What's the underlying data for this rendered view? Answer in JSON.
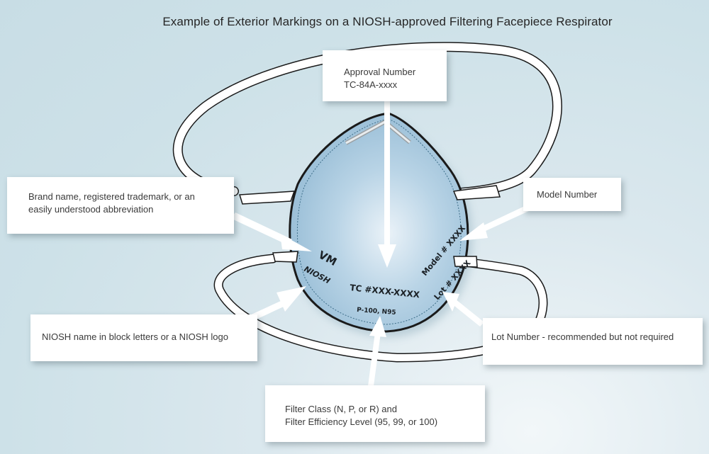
{
  "title": "Example of Exterior Markings on a NIOSH-approved Filtering Facepiece Respirator",
  "colors": {
    "background": "#cde1e8",
    "mask_fill": "#9fc4dc",
    "mask_outline": "#1a1a1a",
    "strap": "#ffffff",
    "callout_box": "#ffffff",
    "callout_text": "#3a3a3a"
  },
  "mask_markings": {
    "brand": "VM",
    "niosh_logo": "NIOSH",
    "approval": "TC #XXX-XXXX",
    "filter": "P-100, N95",
    "model": "Model # XXXX",
    "lot": "Lot # XXXX"
  },
  "callouts": {
    "approval": {
      "line1": "Approval Number",
      "line2": "TC-84A-xxxx"
    },
    "brand": {
      "line1": "Brand name, registered trademark, or an",
      "line2": "easily understood abbreviation"
    },
    "model": {
      "line1": "Model Number"
    },
    "niosh": {
      "line1": "NIOSH name in block letters or a NIOSH logo"
    },
    "lot": {
      "line1": "Lot Number - recommended but not required"
    },
    "filter": {
      "line1": "Filter Class (N, P, or R) and",
      "line2": "Filter Efficiency Level (95, 99, or 100)"
    }
  }
}
